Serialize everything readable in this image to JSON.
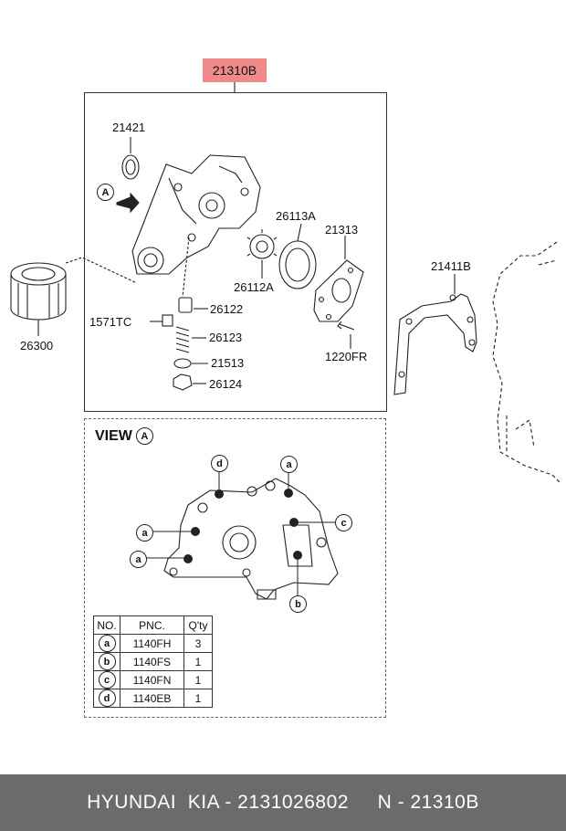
{
  "header_part": "21310B",
  "parts": {
    "p21421": "21421",
    "p26113A": "26113A",
    "p21313": "21313",
    "p26112A": "26112A",
    "p26122": "26122",
    "p1571TC": "1571TC",
    "p26123": "26123",
    "p21513": "21513",
    "p26124": "26124",
    "p1220FR": "1220FR",
    "p26300": "26300",
    "p21411B": "21411B"
  },
  "arrow_marker": "A",
  "view": {
    "title": "VIEW",
    "marker": "A",
    "callouts": [
      "d",
      "a",
      "c",
      "a",
      "a",
      "b"
    ]
  },
  "table": {
    "headers": [
      "NO.",
      "PNC.",
      "Q'ty"
    ],
    "rows": [
      {
        "no": "a",
        "pnc": "1140FH",
        "qty": "3"
      },
      {
        "no": "b",
        "pnc": "1140FS",
        "qty": "1"
      },
      {
        "no": "c",
        "pnc": "1140FN",
        "qty": "1"
      },
      {
        "no": "d",
        "pnc": "1140EB",
        "qty": "1"
      }
    ]
  },
  "footer": "HYUNDAI  KIA - 2131026802     N - 21310B"
}
